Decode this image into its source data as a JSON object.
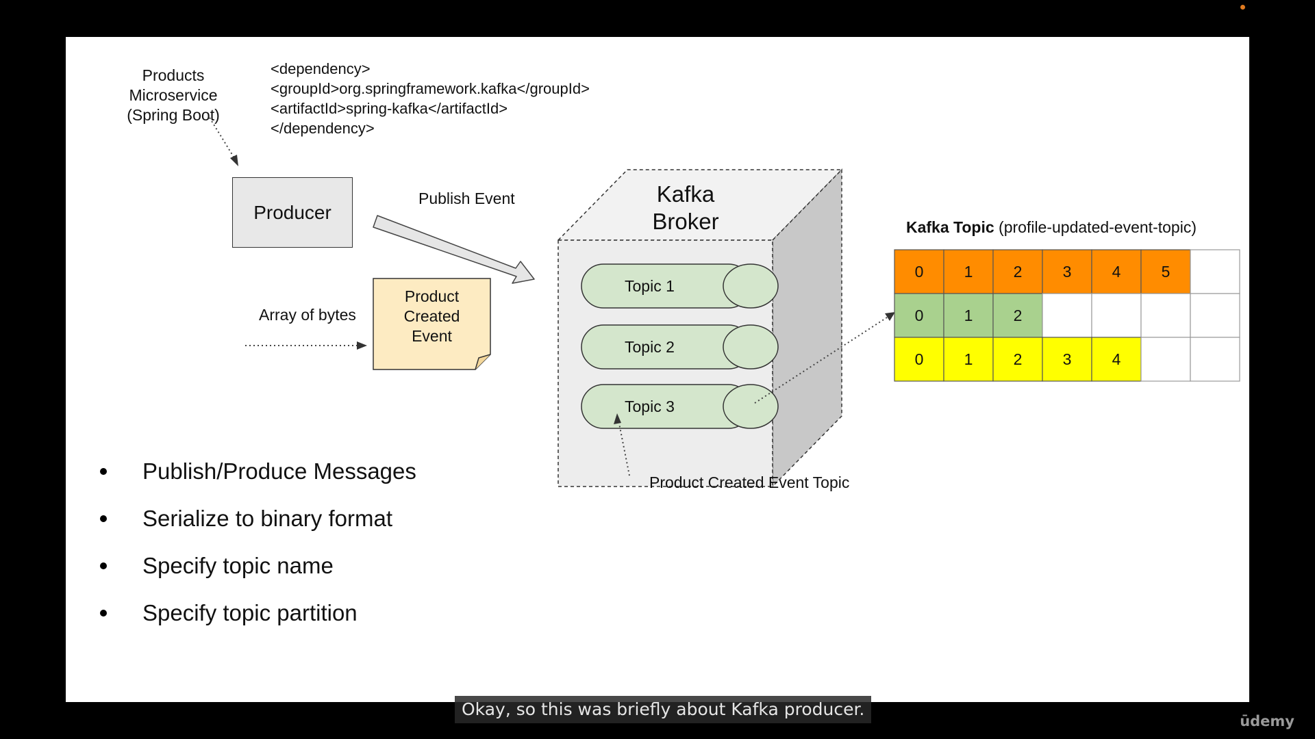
{
  "diagram": {
    "service_label": [
      "Products",
      "Microservice",
      "(Spring Boot)"
    ],
    "dependency_lines": [
      "<dependency>",
      "<groupId>org.springframework.kafka</groupId>",
      "<artifactId>spring-kafka</artifactId>",
      "</dependency>"
    ],
    "producer_label": "Producer",
    "publish_event_label": "Publish Event",
    "array_of_bytes_label": "Array of bytes",
    "event_note_lines": [
      "Product",
      "Created",
      "Event"
    ],
    "broker_title_lines": [
      "Kafka",
      "Broker"
    ],
    "topics": [
      "Topic  1",
      "Topic  2",
      "Topic  3"
    ],
    "product_created_event_topic_label": "Product Created Event Topic",
    "kafka_topic_title_bold": "Kafka Topic",
    "kafka_topic_title_rest": "(profile-updated-event-topic)",
    "partitions": [
      {
        "color": "#ff8c00",
        "offsets": [
          "0",
          "1",
          "2",
          "3",
          "4",
          "5"
        ]
      },
      {
        "color": "#a9d18e",
        "offsets": [
          "0",
          "1",
          "2"
        ]
      },
      {
        "color": "#ffff00",
        "offsets": [
          "0",
          "1",
          "2",
          "3",
          "4"
        ]
      }
    ],
    "grid_columns": 7
  },
  "bullets": [
    "Publish/Produce Messages",
    "Serialize to binary format",
    "Specify topic name",
    "Specify topic partition"
  ],
  "caption": "Okay, so this was briefly about Kafka producer.",
  "logo_text": "ūdemy",
  "colors": {
    "slide_bg": "#ffffff",
    "producer_fill": "#e8e8e8",
    "note_fill": "#fdebc2",
    "topic_fill": "#d4e6cc",
    "broker_face": "#ededed",
    "broker_side": "#c8c8c8"
  }
}
